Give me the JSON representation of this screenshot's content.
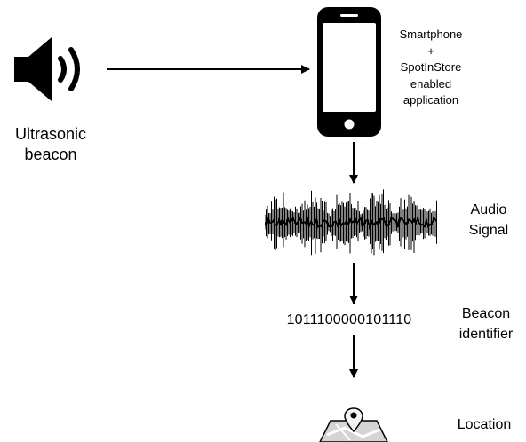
{
  "beacon": {
    "icon": "speaker-icon",
    "label": "Ultrasonic\nbeacon"
  },
  "smartphone": {
    "icon": "smartphone-icon",
    "label": "Smartphone\n+\nSpotInStore\nenabled\napplication"
  },
  "audio_signal": {
    "icon": "waveform-icon",
    "label": "Audio\nSignal"
  },
  "beacon_identifier": {
    "value": "1011100000101110",
    "label": "Beacon\nidentifier"
  },
  "location": {
    "icon": "map-pin-icon",
    "label": "Location"
  },
  "colors": {
    "stroke": "#000000",
    "phone_screen": "#ffffff",
    "map_fill": "#cfcfcf"
  }
}
